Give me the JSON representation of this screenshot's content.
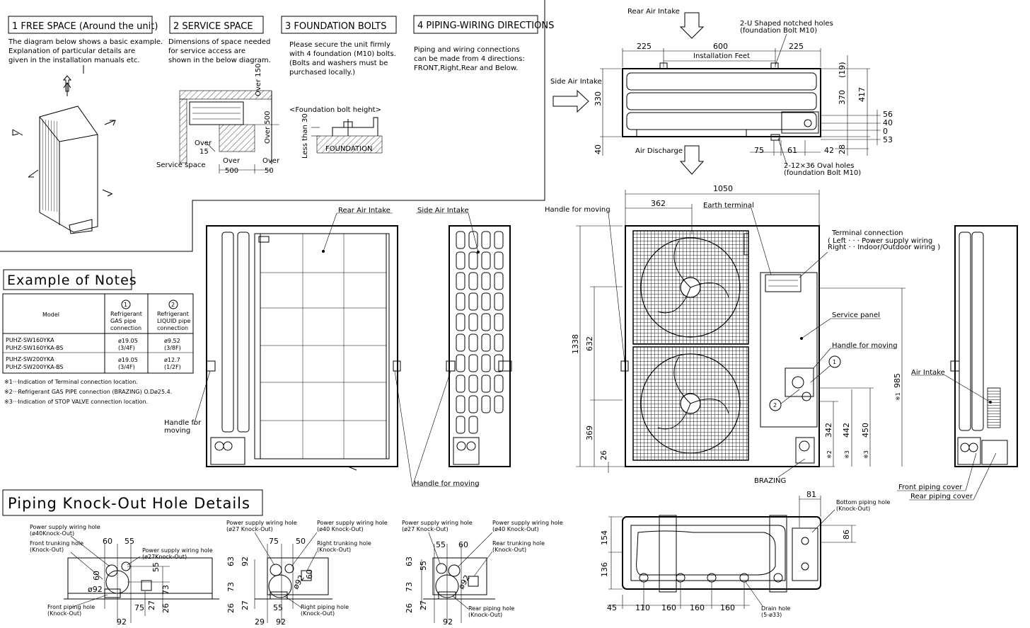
{
  "sections": {
    "free_space": {
      "title": "1 FREE SPACE (Around the unit)",
      "lines": [
        "The diagram below shows a basic example.",
        "Explanation of particular details are",
        "given in the installation manuals etc."
      ]
    },
    "service_space": {
      "title": "2 SERVICE SPACE",
      "lines": [
        "Dimensions of space needed",
        "for service access are",
        "shown in the below diagram."
      ],
      "labels": {
        "over150": "Over 150",
        "over15": "Over 15",
        "over500a": "Over 500",
        "over500b": "Over 500",
        "over50": "Over 50",
        "service_space": "Service space"
      }
    },
    "foundation_bolts": {
      "title": "3 FOUNDATION BOLTS",
      "lines": [
        "Please secure the unit firmly",
        "with 4 foundation (M10) bolts.",
        "(Bolts and washers must be",
        "purchased locally.)"
      ],
      "bolt_height": "<Foundation bolt height>",
      "less_than": "Less than 30",
      "foundation": "FOUNDATION"
    },
    "piping_wiring": {
      "title": "4 PIPING-WIRING DIRECTIONS",
      "lines": [
        "Piping and wiring connections",
        "can be made from 4 directions:",
        "FRONT,Right,Rear and Below."
      ]
    }
  },
  "top_view": {
    "rear_air_intake": "Rear Air Intake",
    "side_air_intake": "Side Air Intake",
    "air_discharge": "Air Discharge",
    "installation_feet": "Installation Feet",
    "u_holes": [
      "2-U Shaped notched holes",
      "(foundation Bolt M10)"
    ],
    "oval_holes": [
      "2-12×36 Oval holes",
      "(foundation Bolt M10)"
    ],
    "dims": {
      "d225a": "225",
      "d600": "600",
      "d225b": "225",
      "d19": "(19)",
      "d370": "370",
      "d417": "417",
      "d330": "330",
      "d40": "40",
      "d56": "56",
      "d40b": "40",
      "d0": "0",
      "d53": "53",
      "d75": "75",
      "d61": "61",
      "d42": "42",
      "d28": "28"
    }
  },
  "front_views": {
    "rear_air_intake": "Rear Air Intake",
    "side_air_intake": "Side Air Intake",
    "handle_for_moving_1": "Handle for moving",
    "handle_for_moving_2": "Handle for moving",
    "handle_for_moving_3": "Handle for moving",
    "handle_for": "Handle for",
    "moving": "moving",
    "earth_terminal": "Earth terminal",
    "terminal_connection": [
      "Terminal connection",
      "( Left · · · Power supply wiring",
      "Right · · Indoor/Outdoor wiring )"
    ],
    "service_panel": "Service panel",
    "air_intake": "Air Intake",
    "brazing": "BRAZING",
    "front_piping_cover": "Front piping cover",
    "rear_piping_cover": "Rear piping cover",
    "dims": {
      "d1050": "1050",
      "d362": "362",
      "d1338": "1338",
      "d632": "632",
      "d369": "369",
      "d26": "26",
      "d342": "342",
      "d442": "442",
      "d450": "450",
      "d985": "985"
    },
    "marks": {
      "m1": "※1",
      "m2": "※2",
      "m3a": "※3",
      "m3b": "※3"
    }
  },
  "notes": {
    "title": "Example of Notes",
    "headers": [
      "Model",
      "Refrigerant GAS pipe connection",
      "Refrigerant LIQUID pipe connection"
    ],
    "rows": [
      {
        "model": [
          "PUHZ-SW160YKA",
          "PUHZ-SW160YKA-BS"
        ],
        "gas": [
          "ø19.05",
          "(3/4F)"
        ],
        "liquid": [
          "ø9.52",
          "(3/8F)"
        ]
      },
      {
        "model": [
          "PUHZ-SW200YKA",
          "PUHZ-SW200YKA-BS"
        ],
        "gas": [
          "ø19.05",
          "(3/4F)"
        ],
        "liquid": [
          "ø12.7",
          "(1/2F)"
        ]
      }
    ],
    "footnotes": [
      "※1···Indication of Terminal connection location.",
      "※2···Refrigerant GAS PIPE connection (BRAZING) O.Dø25.4.",
      "※3···Indication of STOP VALVE connection location."
    ]
  },
  "knockout": {
    "title": "Piping Knock-Out Hole Details",
    "v1": {
      "psw40": [
        "Power supply wiring hole",
        "(ø40Knock-Out)"
      ],
      "ftrunk": [
        "Front trunking hole",
        "(Knock-Out)"
      ],
      "psw27": [
        "Power supply wiring hole",
        "(ø27Knock-Out)"
      ],
      "fpipe": [
        "Front piping hole",
        "(Knock-Out)"
      ]
    },
    "v2": {
      "psw27": [
        "Power supply wiring hole",
        "(ø27 Knock-Out)"
      ],
      "psw40": [
        "Power supply wiring hole",
        "(ø40 Knock-Out)"
      ],
      "rtrunk": [
        "Right trunking hole",
        "(Knock-Out)"
      ],
      "rpipe": [
        "Right piping hole",
        "(Knock-Out)"
      ]
    },
    "v3": {
      "psw27": [
        "Power supply wiring hole",
        "(ø27 Knock-Out)"
      ],
      "psw40": [
        "Power supply wiring hole",
        "(ø40 Knock-Out)"
      ],
      "rtrunk": [
        "Rear trunking hole",
        "(Knock-Out)"
      ],
      "rpipe": [
        "Rear piping hole",
        "(Knock-Out)"
      ]
    },
    "bottom": {
      "bottom_pipe": [
        "Bottom piping hole",
        "(Knock-Out)"
      ],
      "drain": [
        "Drain hole",
        "(5-ø33)"
      ]
    },
    "dims": {
      "d60a": "60",
      "d55a": "55",
      "d60b": "60",
      "d92a": "ø92",
      "d55b": "55",
      "d73a": "73",
      "d27a": "27",
      "d26a": "26",
      "d75a": "75",
      "d92b": "92",
      "d75b": "75",
      "d50": "50",
      "d63a": "63",
      "d92c": "92",
      "d60c": "60",
      "d73b": "73",
      "d27b": "27",
      "d26b": "26",
      "d55c": "55",
      "d29": "29",
      "d92d": "92",
      "d92e": "ø92",
      "d55d": "55",
      "d60d": "60",
      "d63b": "63",
      "d55e": "55",
      "d73c": "73",
      "d27c": "27",
      "d26c": "26",
      "d92f": "ø92",
      "d92g": "92",
      "d81": "81",
      "d86": "86",
      "d154": "154",
      "d136": "136",
      "d45": "45",
      "d110": "110",
      "d160a": "160",
      "d160b": "160",
      "d160c": "160"
    }
  }
}
